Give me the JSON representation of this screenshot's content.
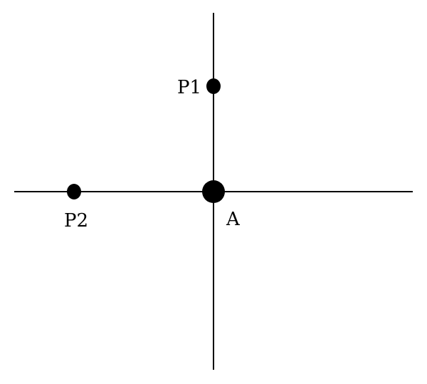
{
  "colors": {
    "background": "#ffffff",
    "ink": "#000000"
  },
  "points": [
    {
      "id": "P1",
      "label": "P1"
    },
    {
      "id": "P2",
      "label": "P2"
    },
    {
      "id": "A",
      "label": "A"
    }
  ]
}
